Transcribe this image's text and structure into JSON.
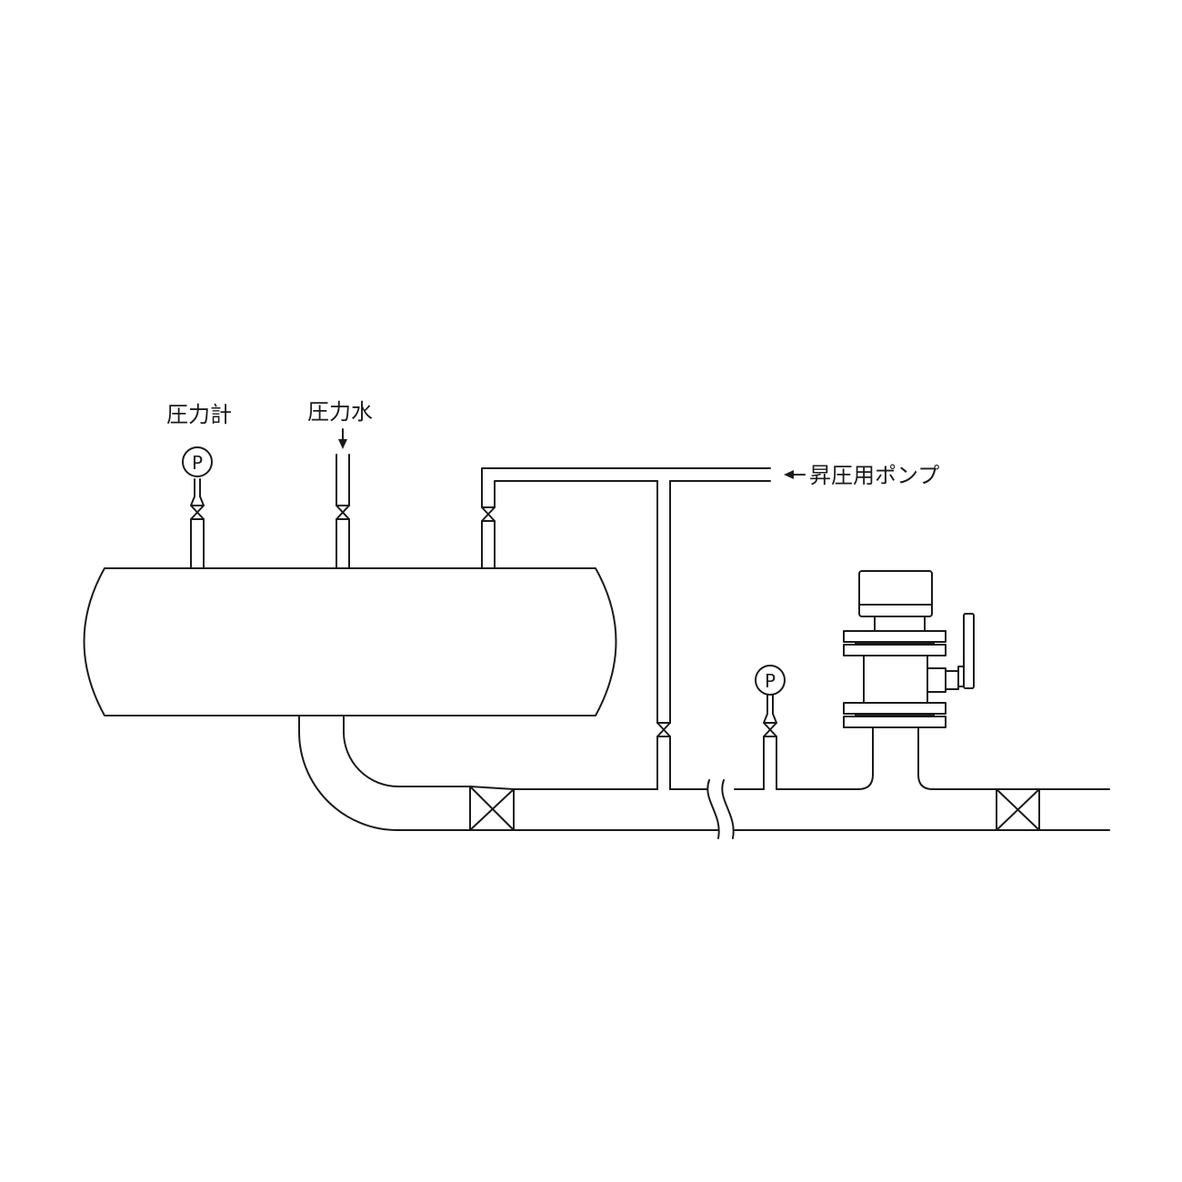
{
  "labels": {
    "pressure_gauge": "圧力計",
    "pressure_water": "圧力水",
    "booster_pump": "昇圧用ポンプ"
  },
  "gauge_letter": "P",
  "icons": {
    "gauge": "pressure-gauge-icon",
    "valve": "gate-valve-icon",
    "arrow": "arrow-icon",
    "break": "pipe-break-icon"
  },
  "colors": {
    "line": "#1a1a1a",
    "background": "#ffffff"
  }
}
